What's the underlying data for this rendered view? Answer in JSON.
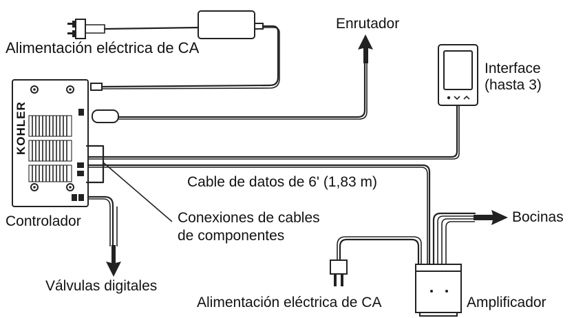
{
  "labels": {
    "ac_power_top": "Alimentación eléctrica de CA",
    "router": "Enrutador",
    "interface_line1": "Interface",
    "interface_line2": "(hasta 3)",
    "data_cable": "Cable de datos de 6' (1,83 m)",
    "speakers": "Bocinas",
    "controller": "Controlador",
    "component_connections_line1": "Conexiones de cables",
    "component_connections_line2": "de componentes",
    "digital_valves": "Válvulas digitales",
    "ac_power_bottom": "Alimentación eléctrica de CA",
    "amplifier": "Amplificador"
  },
  "device": {
    "brand": "KOHLER"
  },
  "colors": {
    "line": "#222222",
    "text": "#111111",
    "background": "#ffffff"
  }
}
